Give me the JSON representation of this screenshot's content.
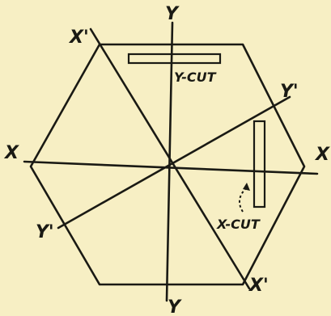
{
  "labels": {
    "y_top": "Y",
    "y_bottom": "Y",
    "x_left": "X",
    "x_right": "X",
    "x_prime_top": "X'",
    "x_prime_bottom": "X'",
    "y_prime_left": "Y'",
    "y_prime_right": "Y'",
    "y_cut": "Y-CUT",
    "x_cut": "X-CUT"
  },
  "colors": {
    "ink": "#1a1a14",
    "paper": "#f7efc4"
  }
}
